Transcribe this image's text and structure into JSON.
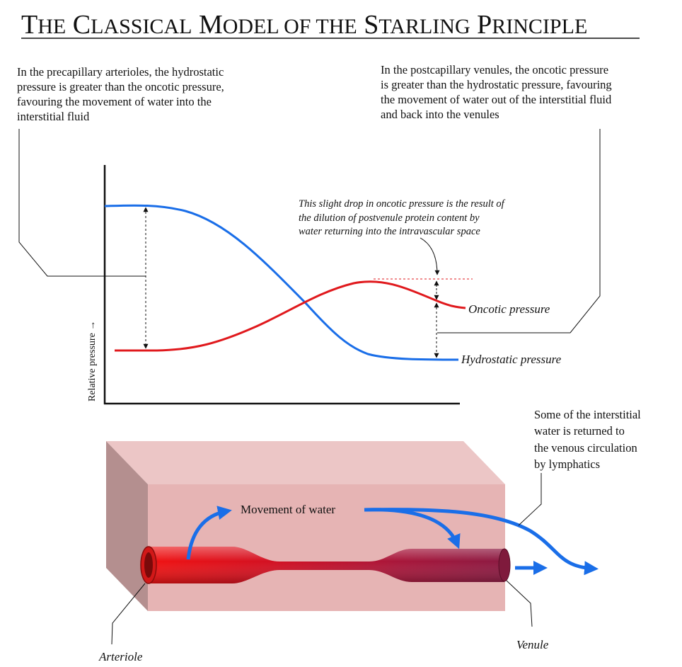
{
  "title": {
    "first_T": "T",
    "he": "HE",
    "C": "C",
    "lassical": "LASSICAL",
    "M": "M",
    "odel_of_the": "ODEL OF THE",
    "S": "S",
    "tarling": "TARLING",
    "P": "P",
    "rinciple": "RINCIPLE"
  },
  "notes": {
    "precapillary": [
      "In the precapillary arterioles, the hydrostatic",
      "pressure is greater than the oncotic pressure,",
      "favouring the movement of water into the",
      "interstitial fluid"
    ],
    "postcapillary": [
      "In the postcapillary venules, the oncotic pressure",
      "is greater than the hydrostatic pressure, favouring",
      "the movement of water out of the interstitial fluid",
      "and back into the venules"
    ],
    "oncotic_drop": [
      "This slight drop  in oncotic pressure is the result of",
      "the dilution of postvenule protein content by",
      "water returning into the intravascular space"
    ],
    "lymphatics": [
      "Some of the interstitial",
      "water is returned to",
      "the venous circulation",
      "by lymphatics"
    ]
  },
  "chart_data": {
    "type": "line",
    "ylabel": "Relative pressure →",
    "series": [
      {
        "name": "Oncotic pressure",
        "color": "#e0191d"
      },
      {
        "name": "Hydrostatic pressure",
        "color": "#1a6ee8"
      }
    ]
  },
  "diagram": {
    "movement_label": "Movement of water",
    "arteriole_label": "Arteriole",
    "venule_label": "Venule"
  },
  "colors": {
    "oncotic": "#e0191d",
    "hydrostatic": "#1a6ee8",
    "tissue_front": "#e6b4b4",
    "tissue_top": "#ecc6c6",
    "tissue_side": "#b48f8f"
  }
}
